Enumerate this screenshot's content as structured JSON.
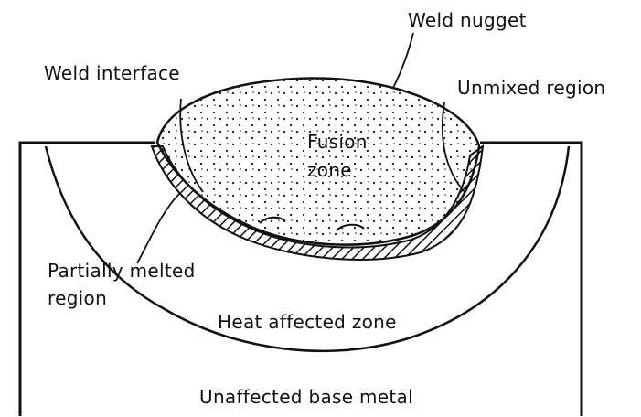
{
  "labels": {
    "weld_nugget": "Weld nugget",
    "weld_interface": "Weld interface",
    "unmixed_region": "Unmixed region",
    "fusion_zone_line1": "Fusion",
    "fusion_zone_line2": "zone",
    "partially_melted_line1": "Partially melted",
    "partially_melted_line2": "region",
    "heat_affected_zone": "Heat affected zone",
    "unaffected_base_metal": "Unaffected base metal"
  },
  "colors": {
    "ink": "#111111",
    "background": "#ffffff"
  }
}
